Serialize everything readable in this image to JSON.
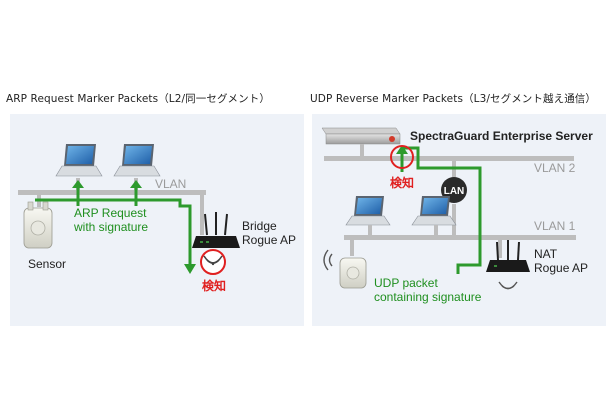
{
  "left": {
    "title": "ARP Request Marker Packets（L2/同一セグメント）",
    "vlan_label": "VLAN",
    "packet_line1": "ARP Request",
    "packet_line2": "with signature",
    "sensor_label": "Sensor",
    "ap_line1": "Bridge",
    "ap_line2": "Rogue AP",
    "detect_label": "検知"
  },
  "right": {
    "title": "UDP Reverse Marker Packets（L3/セグメント越え通信）",
    "server_label": "SpectraGuard Enterprise Server",
    "vlan2_label": "VLAN 2",
    "vlan1_label": "VLAN 1",
    "lan_label": "LAN",
    "detect_label": "検知",
    "packet_line1": "UDP packet",
    "packet_line2": "containing signature",
    "ap_line1": "NAT",
    "ap_line2": "Rogue AP"
  },
  "colors": {
    "panel_bg": "#eef2f8",
    "bus": "#bdbdbd",
    "arrow": "#2d9a2d",
    "detect": "#e02020",
    "label_green": "#1f8f1f",
    "lan_node": "#2a2a2a"
  }
}
